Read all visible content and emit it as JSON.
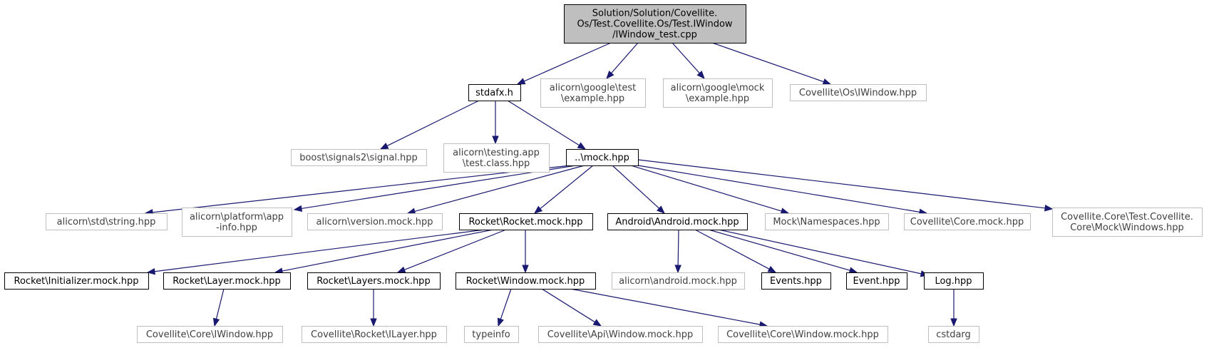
{
  "nodes": {
    "root": [
      "Solution/Solution/Covellite.",
      "Os/Test.Covellite.Os/Test.IWindow",
      "/IWindow_test.cpp"
    ],
    "stdafx": [
      "stdafx.h"
    ],
    "gtest": [
      "alicorn\\google\\test",
      "\\example.hpp"
    ],
    "gmock": [
      "alicorn\\google\\mock",
      "\\example.hpp"
    ],
    "iwindow_os": [
      "Covellite\\Os\\IWindow.hpp"
    ],
    "signal": [
      "boost\\signals2\\signal.hpp"
    ],
    "testing": [
      "alicorn\\testing.app",
      "\\test.class.hpp"
    ],
    "mock": [
      "..\\mock.hpp"
    ],
    "string": [
      "alicorn\\std\\string.hpp"
    ],
    "platform": [
      "alicorn\\platform\\app",
      "-info.hpp"
    ],
    "version": [
      "alicorn\\version.mock.hpp"
    ],
    "rocket": [
      "Rocket\\Rocket.mock.hpp"
    ],
    "android": [
      "Android\\Android.mock.hpp"
    ],
    "namespaces": [
      "Mock\\Namespaces.hpp"
    ],
    "core_mock": [
      "Covellite\\Core.mock.hpp"
    ],
    "core_windows": [
      "Covellite.Core\\Test.Covellite.",
      "Core\\Mock\\Windows.hpp"
    ],
    "initializer": [
      "Rocket\\Initializer.mock.hpp"
    ],
    "layer": [
      "Rocket\\Layer.mock.hpp"
    ],
    "layers": [
      "Rocket\\Layers.mock.hpp"
    ],
    "window_mock": [
      "Rocket\\Window.mock.hpp"
    ],
    "android_mock": [
      "alicorn\\android.mock.hpp"
    ],
    "events": [
      "Events.hpp"
    ],
    "event": [
      "Event.hpp"
    ],
    "log": [
      "Log.hpp"
    ],
    "core_iwindow": [
      "Covellite\\Core\\IWindow.hpp"
    ],
    "ilayer": [
      "Covellite\\Rocket\\ILayer.hpp"
    ],
    "typeinfo": [
      "typeinfo"
    ],
    "api_window": [
      "Covellite\\Api\\Window.mock.hpp"
    ],
    "core_window": [
      "Covellite\\Core\\Window.mock.hpp"
    ],
    "cstdarg": [
      "cstdarg"
    ]
  },
  "colors": {
    "root_fill": "#bfbfbf",
    "local_border": "#000000",
    "external_border": "#bfbfbf",
    "edge": "#191970",
    "text": "#000000"
  }
}
